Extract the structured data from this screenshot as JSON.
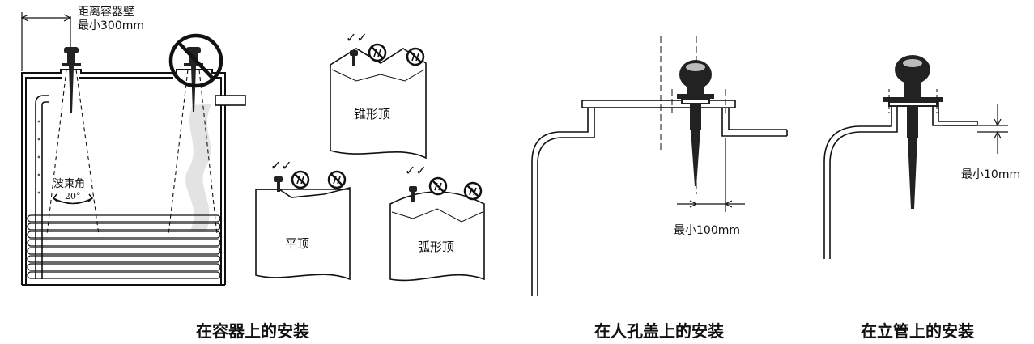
{
  "labels": {
    "wall_distance_line1": "距离容器壁",
    "wall_distance_line2": "最小300mm",
    "beam_angle_label": "波束角",
    "beam_angle_value": "20°",
    "cone_roof": "锥形顶",
    "flat_roof": "平顶",
    "arc_roof": "弧形顶",
    "min_100": "最小100mm",
    "min_10": "最小10mm"
  },
  "captions": {
    "container": "在容器上的安装",
    "manhole": "在人孔盖上的安装",
    "standpipe": "在立管上的安装"
  },
  "colors": {
    "line": "#111111",
    "sensor": "#222222",
    "steam": "#d8d8d8",
    "roof_fill": "#ffffff"
  },
  "icons": [
    "check-mark-icon",
    "prohibited-icon"
  ]
}
